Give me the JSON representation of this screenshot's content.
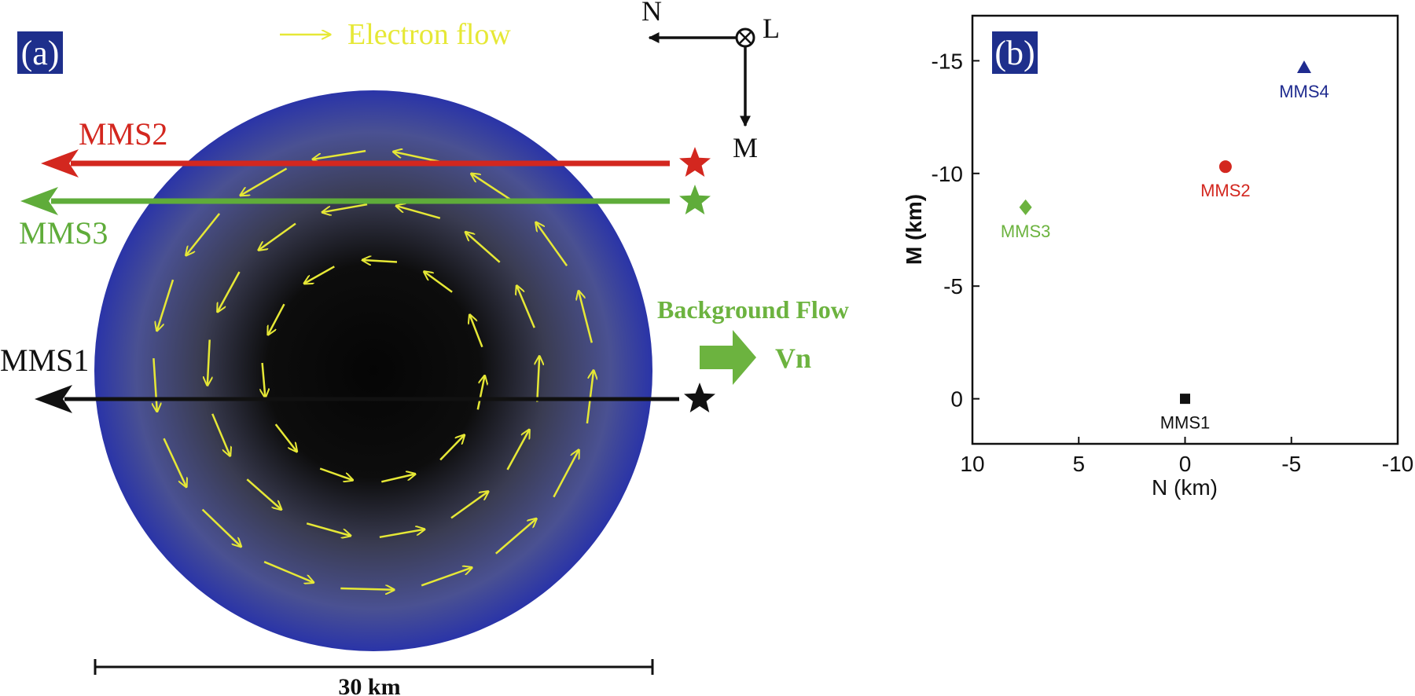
{
  "panel_a": {
    "label": "(a)",
    "legend": {
      "text": "Electron flow",
      "color": "#e6e836"
    },
    "axes": {
      "n": "N",
      "l": "L",
      "m": "M"
    },
    "spacecraft": [
      {
        "name": "MMS2",
        "color": "#d3271f"
      },
      {
        "name": "MMS3",
        "color": "#5fac3a"
      },
      {
        "name": "MMS1",
        "color": "#111111"
      }
    ],
    "background_flow": {
      "label": "Background Flow",
      "vector": "Vn",
      "color": "#6cb33f"
    },
    "scale_bar": {
      "label": "30 km"
    },
    "vortex_colors": {
      "core": "#0d0d0d",
      "edge": "#2a34a8",
      "arrows": "#e6e836"
    }
  },
  "panel_b": {
    "label": "(b)",
    "chart_data": {
      "type": "scatter",
      "xlabel": "N (km)",
      "ylabel": "M (km)",
      "xlim": [
        10,
        -10
      ],
      "ylim": [
        2,
        -17
      ],
      "xticks": [
        "10",
        "5",
        "0",
        "-5",
        "-10"
      ],
      "yticks": [
        "-15",
        "-10",
        "-5",
        "0"
      ],
      "points": [
        {
          "name": "MMS1",
          "x": 0,
          "y": 0,
          "marker": "square",
          "color": "#111111"
        },
        {
          "name": "MMS2",
          "x": -1.9,
          "y": -10.3,
          "marker": "circle",
          "color": "#d3271f"
        },
        {
          "name": "MMS3",
          "x": 7.5,
          "y": -8.5,
          "marker": "diamond",
          "color": "#6cb33f"
        },
        {
          "name": "MMS4",
          "x": -5.6,
          "y": -14.7,
          "marker": "triangle",
          "color": "#1f2b8f"
        }
      ]
    }
  }
}
